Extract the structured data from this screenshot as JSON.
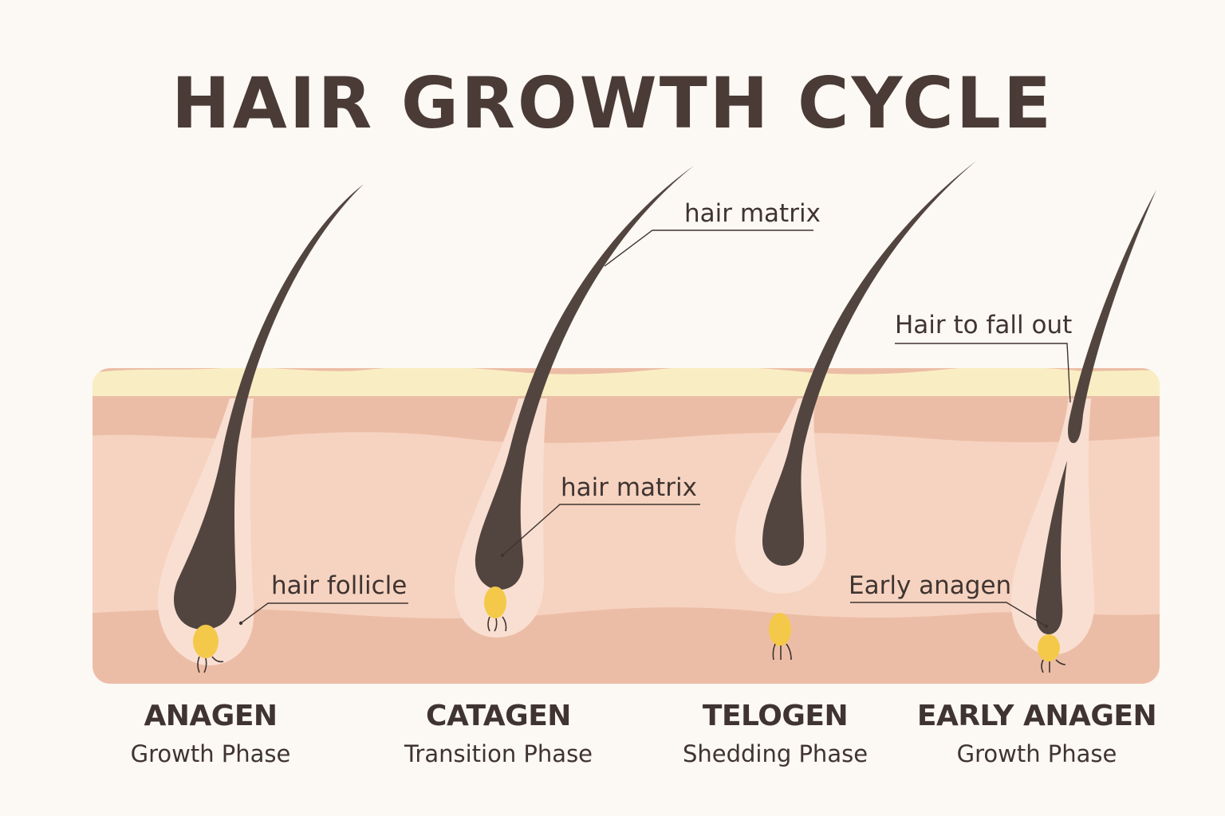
{
  "title": "HAIR GROWTH CYCLE",
  "annotations": {
    "hair_matrix_top": "hair matrix",
    "hair_matrix_mid": "hair matrix",
    "hair_follicle": "hair follicle",
    "hair_to_fall_out": "Hair to fall out",
    "early_anagen": "Early anagen"
  },
  "phases": [
    {
      "name": "ANAGEN",
      "subtitle": "Growth Phase"
    },
    {
      "name": "CATAGEN",
      "subtitle": "Transition Phase"
    },
    {
      "name": "TELOGEN",
      "subtitle": "Shedding Phase"
    },
    {
      "name": "EARLY ANAGEN",
      "subtitle": "Growth Phase"
    }
  ],
  "colors": {
    "background": "#fcf8f3",
    "epidermis": "#f9eec3",
    "skin_upper": "#ecbfa7",
    "dermis": "#f6d3c0",
    "skin_lower": "#ecbda6",
    "follicle": "#f9dfd2",
    "hair": "#524540",
    "papilla": "#f4c94a",
    "text": "#3f3431"
  }
}
